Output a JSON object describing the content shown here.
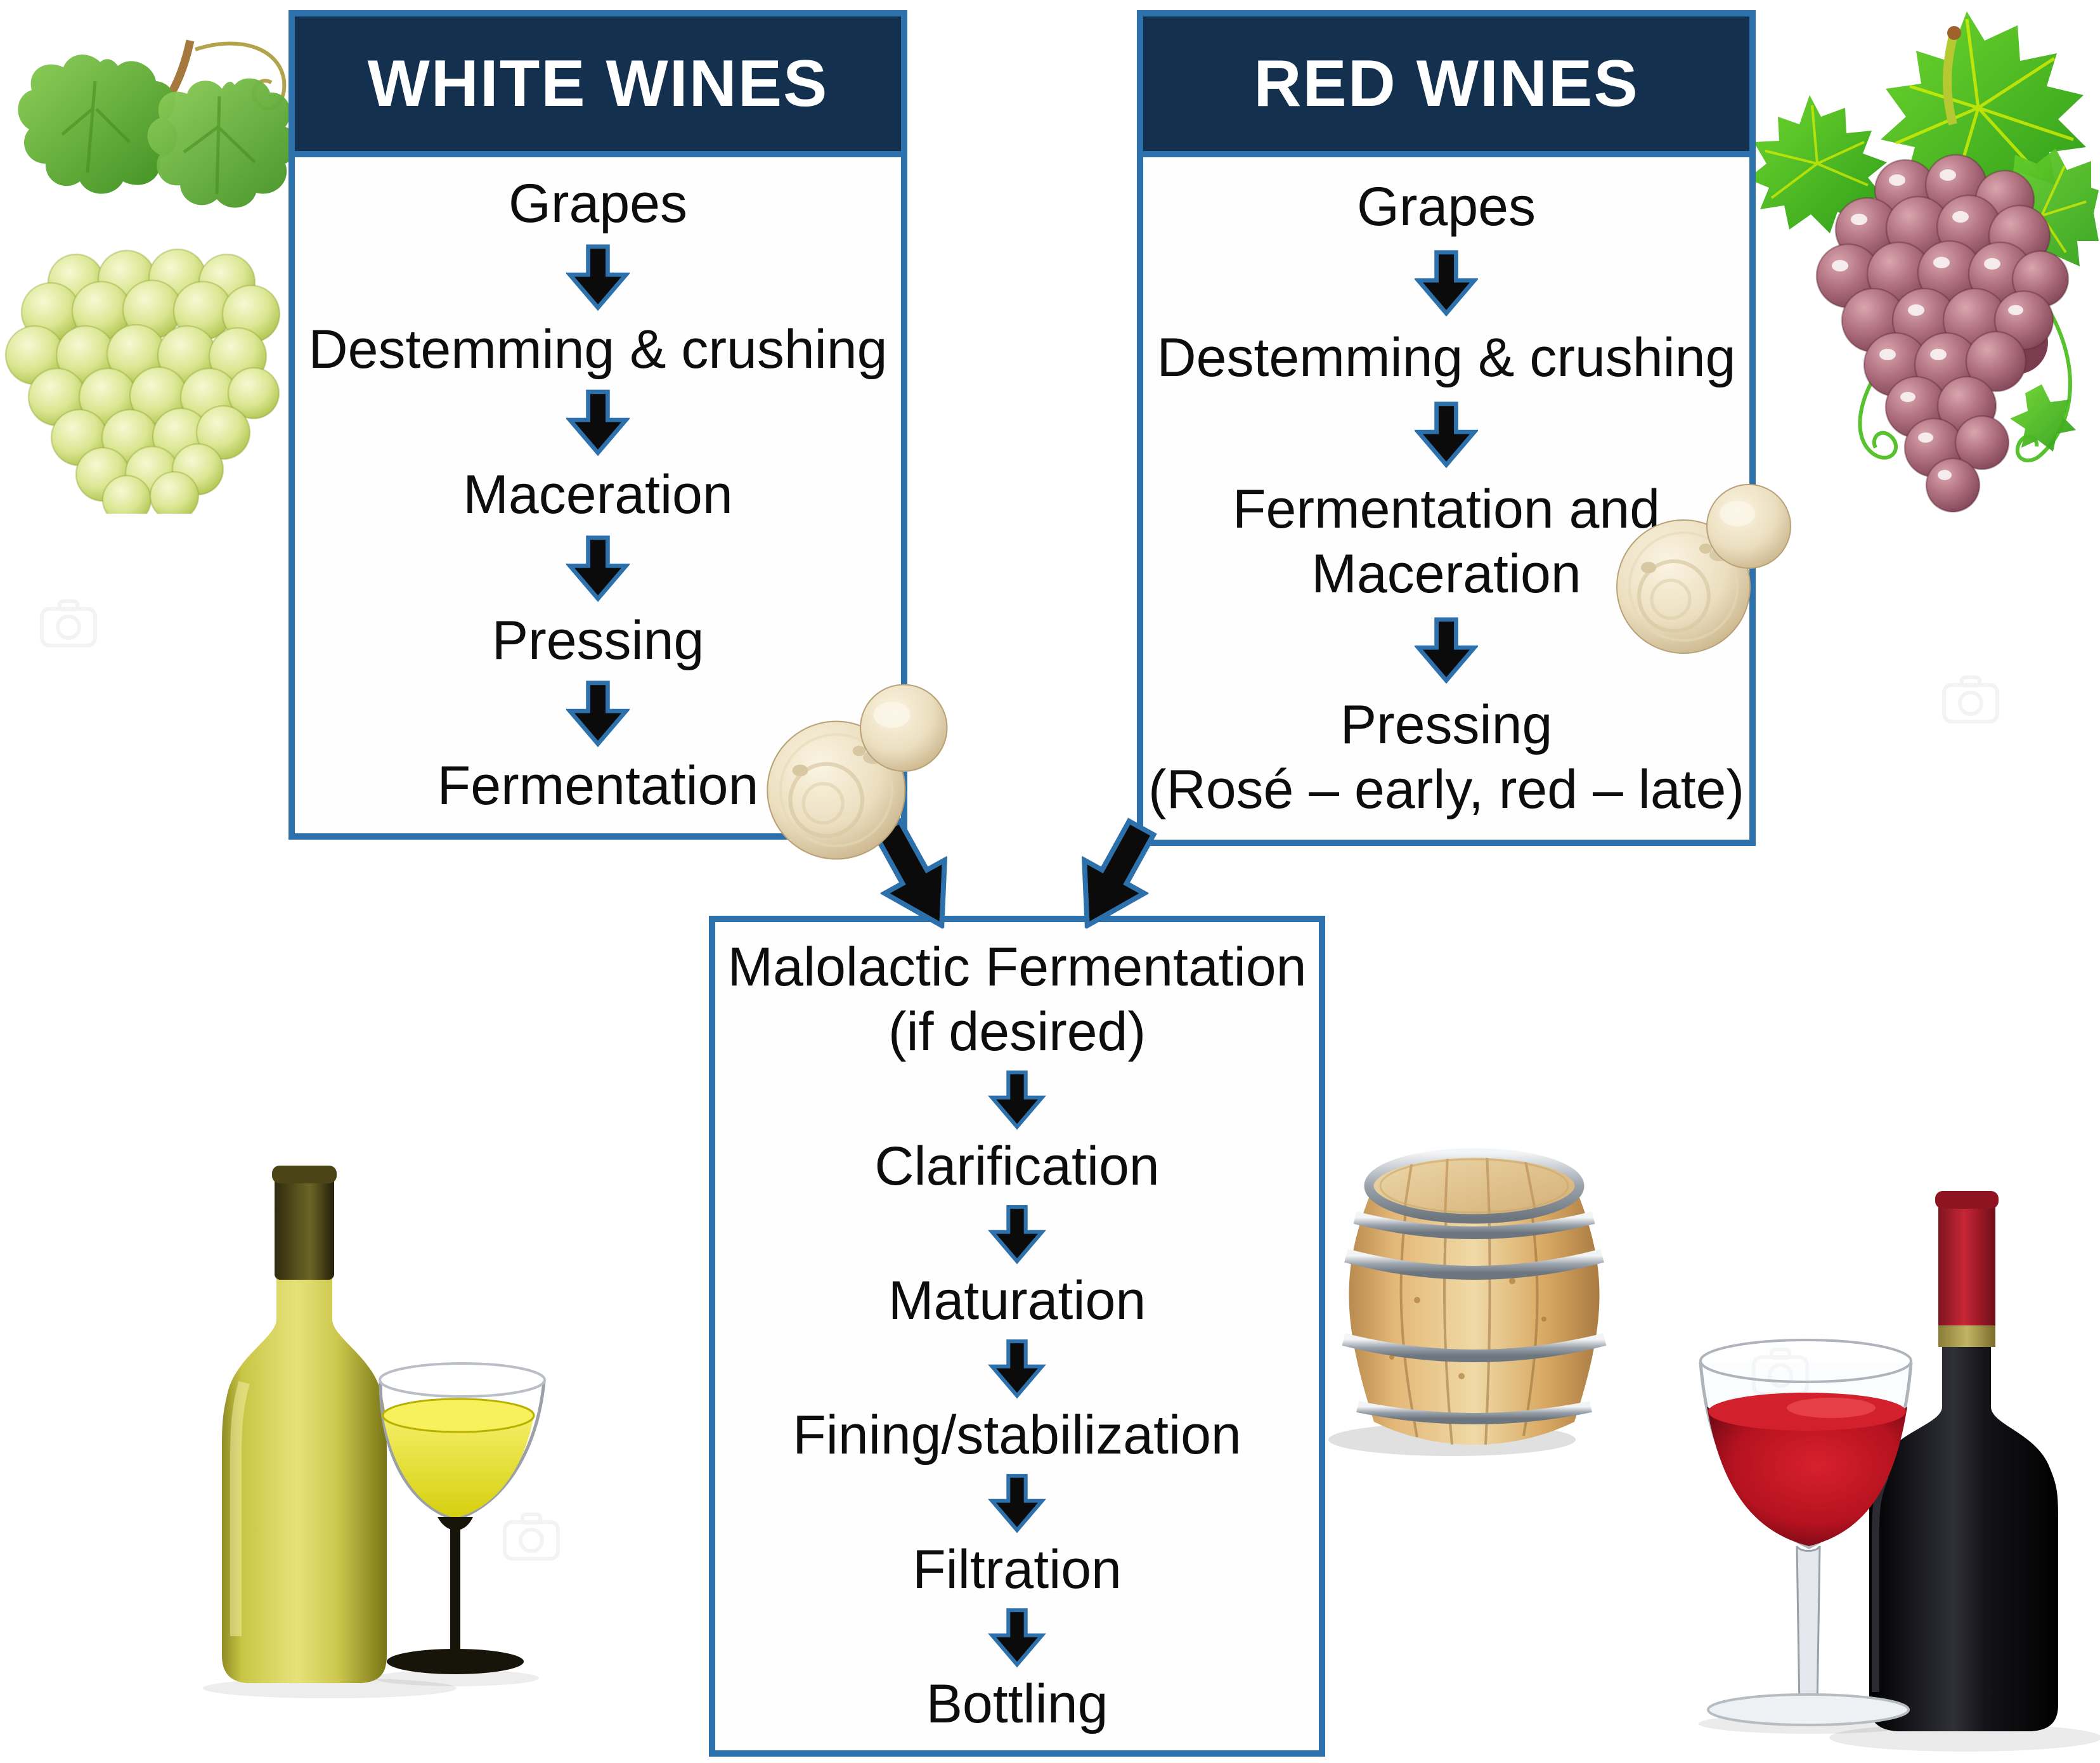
{
  "figure": {
    "type": "flowchart",
    "topic": "Wine making process for white and red wines"
  },
  "colors": {
    "header_bg": "#13304F",
    "header_text": "#FFFFFF",
    "box_border": "#2C70AC",
    "step_text": "#0D0D0D",
    "arrow_fill": "#0B0B0B",
    "arrow_outline": "#2C70AC",
    "white_wine": "#E6DF12",
    "red_wine": "#C01020"
  },
  "white_wines": {
    "title": "WHITE WINES",
    "steps": [
      "Grapes",
      "Destemming & crushing",
      "Maceration",
      "Pressing",
      "Fermentation"
    ]
  },
  "red_wines": {
    "title": "RED WINES",
    "step1": "Grapes",
    "step2": "Destemming & crushing",
    "step3_line1": "Fermentation and",
    "step3_line2": "Maceration",
    "step4_line1": "Pressing",
    "step4_line2": "(Rosé – early, red – late)"
  },
  "shared_process": {
    "step1_line1": "Malolactic Fermentation",
    "step1_line2": "(if desired)",
    "step2": "Clarification",
    "step3": "Maturation",
    "step4": "Fining/stabilization",
    "step5": "Filtration",
    "step6": "Bottling"
  },
  "icons": {
    "down_arrow": "block-arrow-down",
    "merge_arrow_left": "block-arrow-diagonal-down-right",
    "merge_arrow_right": "block-arrow-diagonal-down-left",
    "watermark": "stock-photo-camera-mark"
  },
  "illustrations": {
    "top_left": "green-grapes-bunch",
    "top_right": "red-grapes-with-leaves",
    "white_flow_marker": "yeast-cells",
    "red_flow_marker": "yeast-cells",
    "middle_right": "wooden-wine-barrel",
    "bottom_left": "white-wine-bottle-and-glass",
    "bottom_right": "red-wine-bottle-and-glass"
  }
}
